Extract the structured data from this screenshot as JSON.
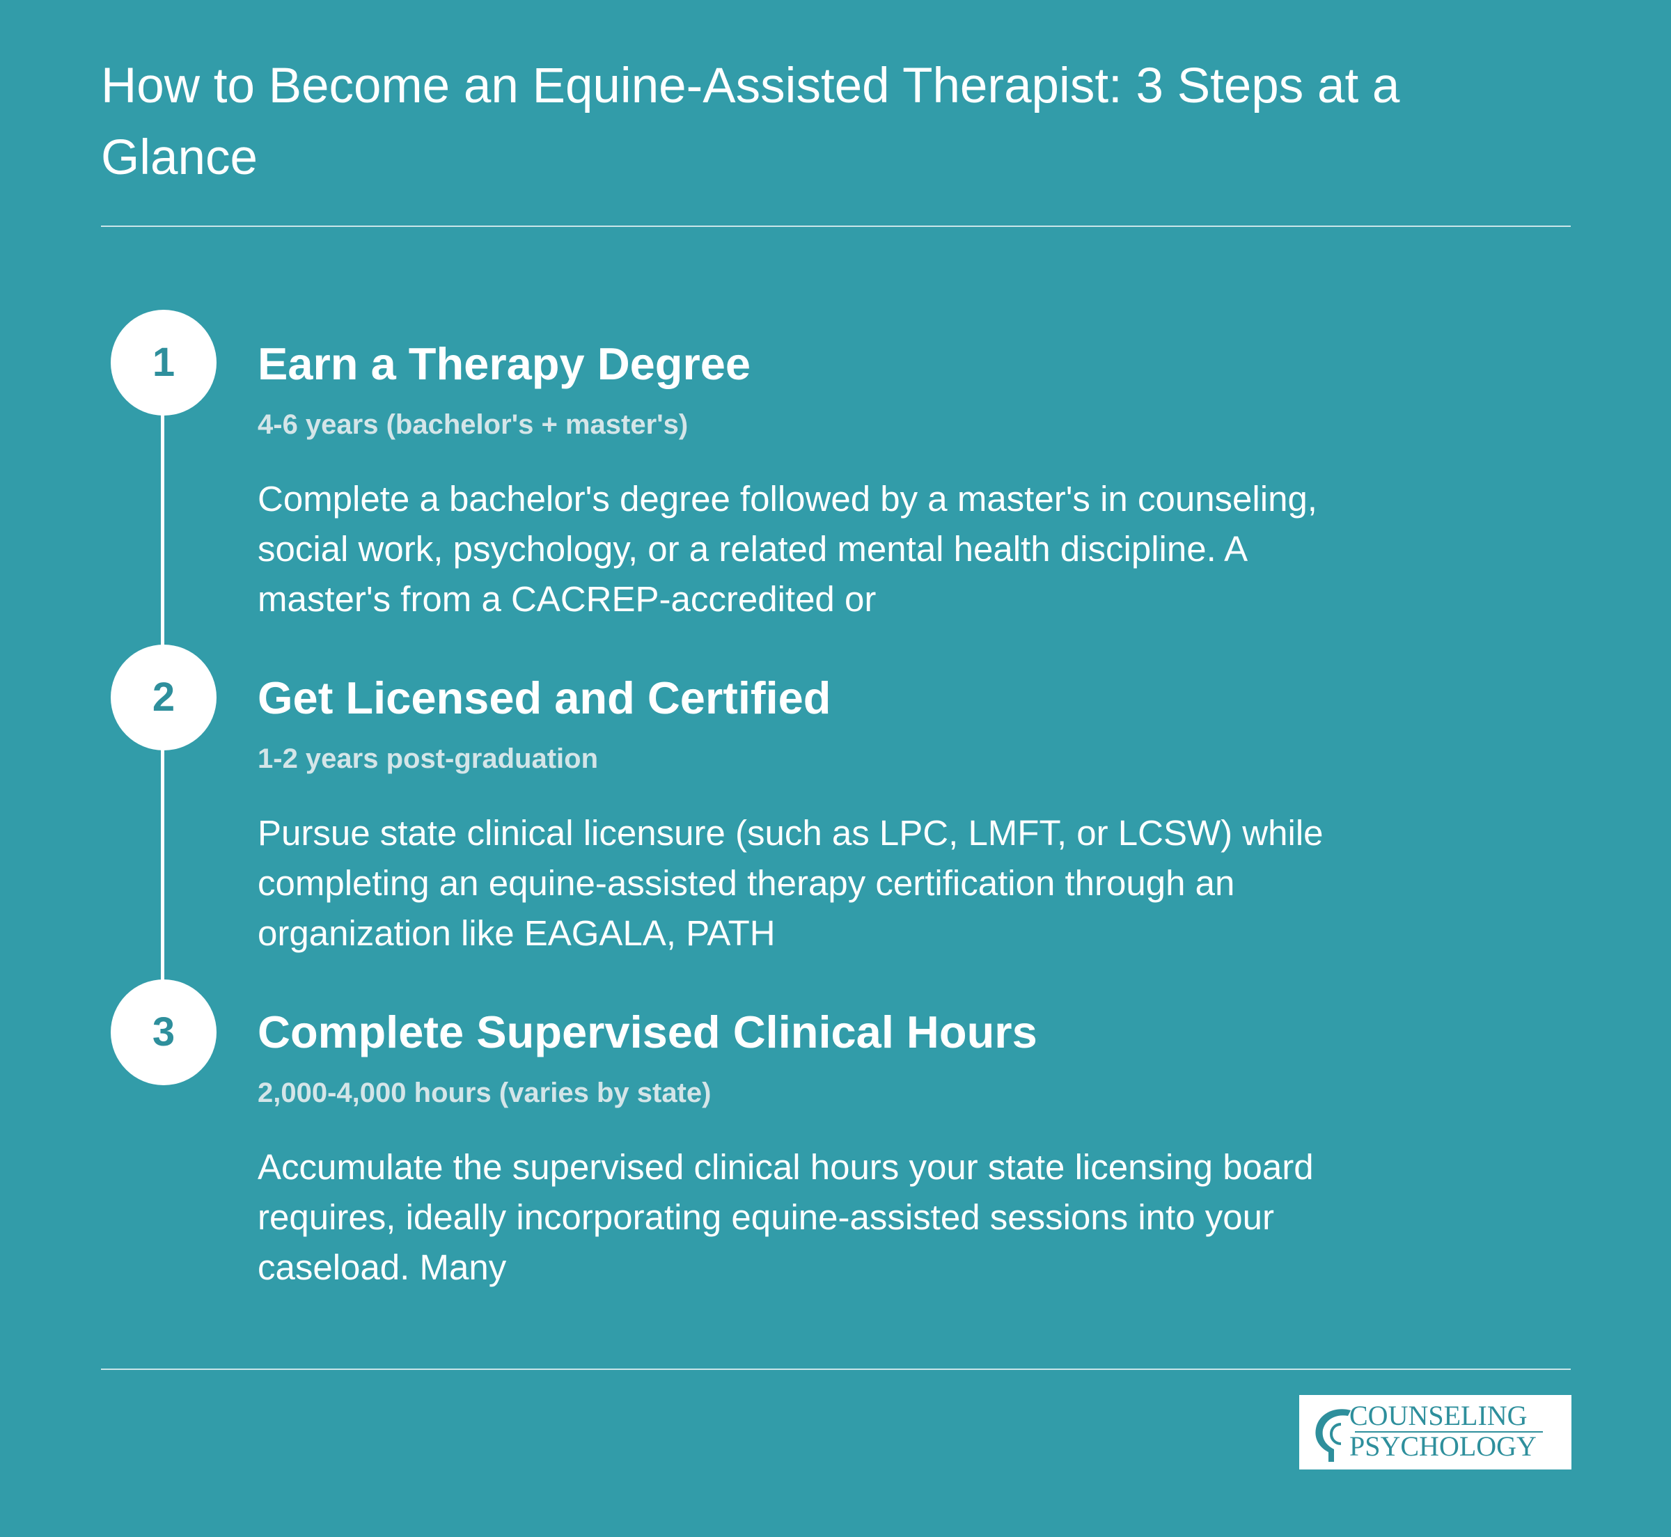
{
  "title": "How to Become an Equine-Assisted Therapist: 3 Steps at a Glance",
  "steps": [
    {
      "number": "1",
      "title": "Earn a Therapy Degree",
      "duration": "4-6 years (bachelor's + master's)",
      "description": "Complete a bachelor's degree followed by a master's in counseling, social work, psychology, or a related mental health discipline. A master's from a CACREP-accredited or"
    },
    {
      "number": "2",
      "title": "Get Licensed and Certified",
      "duration": "1-2 years post-graduation",
      "description": "Pursue state clinical licensure (such as LPC, LMFT, or LCSW) while completing an equine-assisted therapy certification through an organization like EAGALA, PATH"
    },
    {
      "number": "3",
      "title": "Complete Supervised Clinical Hours",
      "duration": "2,000-4,000 hours (varies by state)",
      "description": "Accumulate the supervised clinical hours your state licensing board requires, ideally incorporating equine-assisted sessions into your caseload. Many"
    }
  ],
  "logo": {
    "line1": "COUNSELING",
    "line2": "PSYCHOLOGY",
    "icon": "head-profile-icon"
  },
  "colors": {
    "background": "#329ca9",
    "text": "#ffffff",
    "duration": "#d4e5e8",
    "accent": "#2e8f9c"
  }
}
